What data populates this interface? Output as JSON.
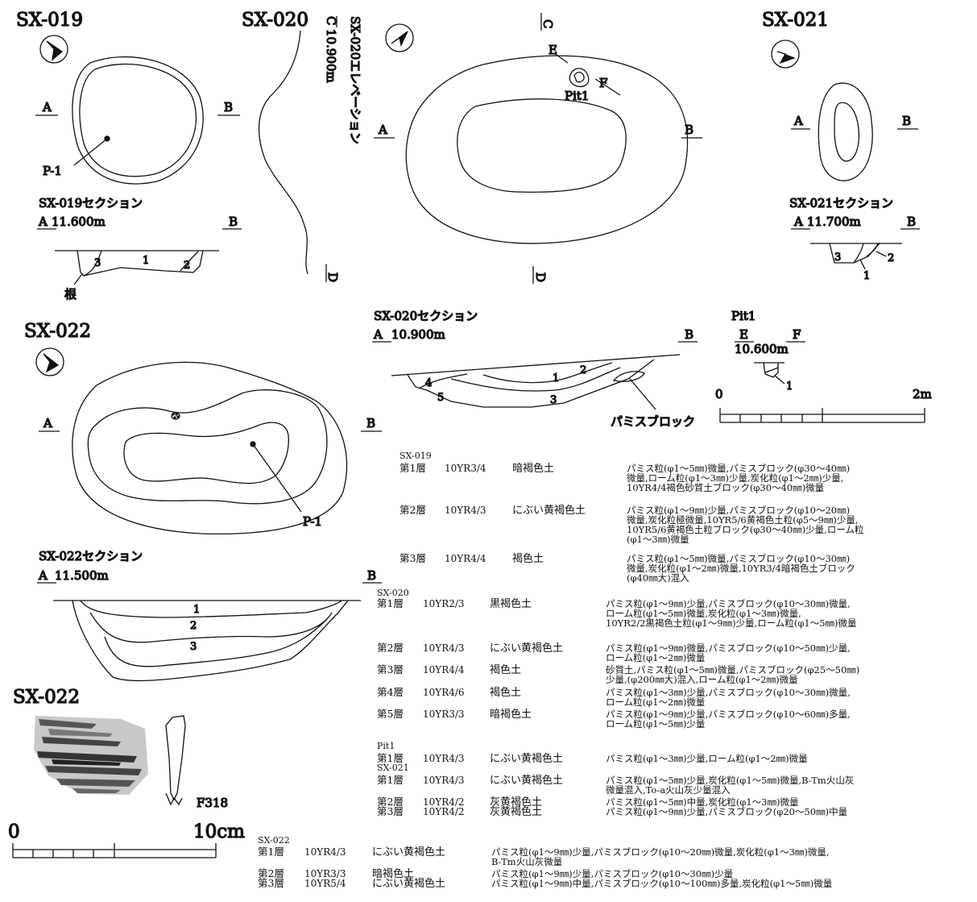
{
  "figures": {
    "sx019": {
      "title": "SX-019",
      "A": "A",
      "B": "B",
      "P": "P-1",
      "section_title": "SX-019セクション",
      "level": "11.600m",
      "layers": [
        "1",
        "2",
        "3"
      ],
      "root_label": "根"
    },
    "sx020": {
      "title": "SX-020",
      "elevation_title": "SX-020エレベーション",
      "C": "C",
      "D": "D",
      "elevation_level": "10.900m",
      "A": "A",
      "B": "B",
      "E": "E",
      "F": "F",
      "pit": "Pit1",
      "section_title": "SX-020セクション",
      "level": "10.900m",
      "layers": [
        "1",
        "2",
        "3",
        "4",
        "5"
      ],
      "pumice_label": "パミスブロック",
      "pit_title": "Pit1",
      "pit_level": "10.600m",
      "pit_layer": "1"
    },
    "sx021": {
      "title": "SX-021",
      "A": "A",
      "B": "B",
      "section_title": "SX-021セクション",
      "level": "11.700m",
      "layers": [
        "1",
        "2",
        "3"
      ]
    },
    "sx022": {
      "title": "SX-022",
      "A": "A",
      "B": "B",
      "P": "P-1",
      "section_title": "SX-022セクション",
      "level": "11.500m",
      "layers": [
        "1",
        "2",
        "3"
      ]
    },
    "artifact": {
      "title": "SX-022",
      "label": "F318"
    }
  },
  "scales": {
    "map": {
      "start": "0",
      "end": "2m"
    },
    "artifact": {
      "start": "0",
      "end": "10cm"
    }
  },
  "legend": [
    {
      "group": "SX-019",
      "rows": [
        {
          "layer": "第1層",
          "code": "10YR3/4",
          "name": "暗褐色土",
          "desc": [
            "パミス粒(φ1～5㎜)微量,パミスブロック(φ30～40㎜)",
            "微量,ローム粒(φ1～3㎜)少量,炭化粒(φ1～2㎜)少量,",
            "10YR4/4褐色砂質土ブロック(φ30～40㎜)微量"
          ]
        },
        {
          "layer": "第2層",
          "code": "10YR4/3",
          "name": "にぶい黄褐色土",
          "desc": [
            "パミス粒(φ1～9㎜)少量,パミスブロック(φ10～20㎜)",
            "微量,炭化粒極微量,10YR5/6黄褐色土粒(φ5～9㎜)少量,",
            "10YR5/6黄褐色土粒ブロック(φ30～40㎜)少量,ローム粒",
            "(φ1～3㎜)微量"
          ]
        },
        {
          "layer": "第3層",
          "code": "10YR4/4",
          "name": "褐色土",
          "desc": [
            "パミス粒(φ1～5㎜)微量,パミスブロック(φ10～30㎜)",
            "微量,炭化粒(φ1～2㎜)微量,10YR3/4暗褐色土ブロック",
            "(φ40㎜大)混入"
          ]
        }
      ]
    },
    {
      "group": "SX-020",
      "rows": [
        {
          "layer": "第1層",
          "code": "10YR2/3",
          "name": "黒褐色土",
          "desc": [
            "パミス粒(φ1～9㎜)少量,パミスブロック(φ10～30㎜)微量,",
            "ローム粒(φ1～5㎜)微量,炭化粒(φ1～3㎜)微量,",
            "10YR2/2黒褐色土粒(φ1～9㎜)少量,ローム粒(φ1～5㎜)微量"
          ]
        },
        {
          "layer": "第2層",
          "code": "10YR4/3",
          "name": "にぶい黄褐色土",
          "desc": [
            "パミス粒(φ1～9㎜)微量,パミスブロック(φ10～50㎜)少量,",
            "ローム粒(φ1～2㎜)微量"
          ]
        },
        {
          "layer": "第3層",
          "code": "10YR4/4",
          "name": "褐色土",
          "desc": [
            "砂質土,パミス粒(φ1～5㎜)微量,パミスブロック(φ25～50㎜)",
            "少量,(φ200㎜大)混入,ローム粒(φ1～2㎜)微量"
          ]
        },
        {
          "layer": "第4層",
          "code": "10YR4/6",
          "name": "褐色土",
          "desc": [
            "パミス粒(φ1～3㎜)少量,パミスブロック(φ10～30㎜)微量,",
            "ローム粒(φ1～2㎜)微量"
          ]
        },
        {
          "layer": "第5層",
          "code": "10YR3/3",
          "name": "暗褐色土",
          "desc": [
            "パミス粒(φ1～9㎜)少量,パミスブロック(φ10～60㎜)多量,",
            "ローム粒(φ1～5㎜)少量"
          ]
        }
      ]
    },
    {
      "group": "Pit1",
      "rows": [
        {
          "layer": "第1層",
          "code": "10YR4/3",
          "name": "にぶい黄褐色土",
          "desc": [
            "パミス粒(φ1～3㎜)少量,ローム粒(φ1～2㎜)微量"
          ]
        }
      ]
    },
    {
      "group": "SX-021",
      "rows": [
        {
          "layer": "第1層",
          "code": "10YR4/3",
          "name": "にぶい黄褐色土",
          "desc": [
            "パミス粒(φ1～5㎜)少量,炭化粒(φ1～5㎜)微量,B-Tm火山灰",
            "微量混入,To-a火山灰少量混入"
          ]
        },
        {
          "layer": "第2層",
          "code": "10YR4/2",
          "name": "灰黄褐色土",
          "desc": [
            "パミス粒(φ1～5㎜)中量,炭化粒(φ1～3㎜)微量"
          ]
        },
        {
          "layer": "第3層",
          "code": "10YR4/2",
          "name": "灰黄褐色土",
          "desc": [
            "パミス粒(φ1～9㎜)少量,パミスブロック(φ20～50㎜)中量"
          ]
        }
      ]
    },
    {
      "group": "SX-022",
      "rows": [
        {
          "layer": "第1層",
          "code": "10YR4/3",
          "name": "にぶい黄褐色土",
          "desc": [
            "パミス粒(φ1～9㎜)少量,パミスブロック(φ10～20㎜)微量,炭化粒(φ1～3㎜)微量,",
            "B-Tm火山灰微量"
          ]
        },
        {
          "layer": "第2層",
          "code": "10YR3/3",
          "name": "暗褐色土",
          "desc": [
            "パミス粒(φ1～9㎜)少量,パミスブロック(φ10～30㎜)少量"
          ]
        },
        {
          "layer": "第3層",
          "code": "10YR5/4",
          "name": "にぶい黄褐色土",
          "desc": [
            "パミス粒(φ1～9㎜)中量,パミスブロック(φ10～100㎜)多量,炭化粒(φ1～5㎜)微量"
          ]
        }
      ]
    }
  ]
}
